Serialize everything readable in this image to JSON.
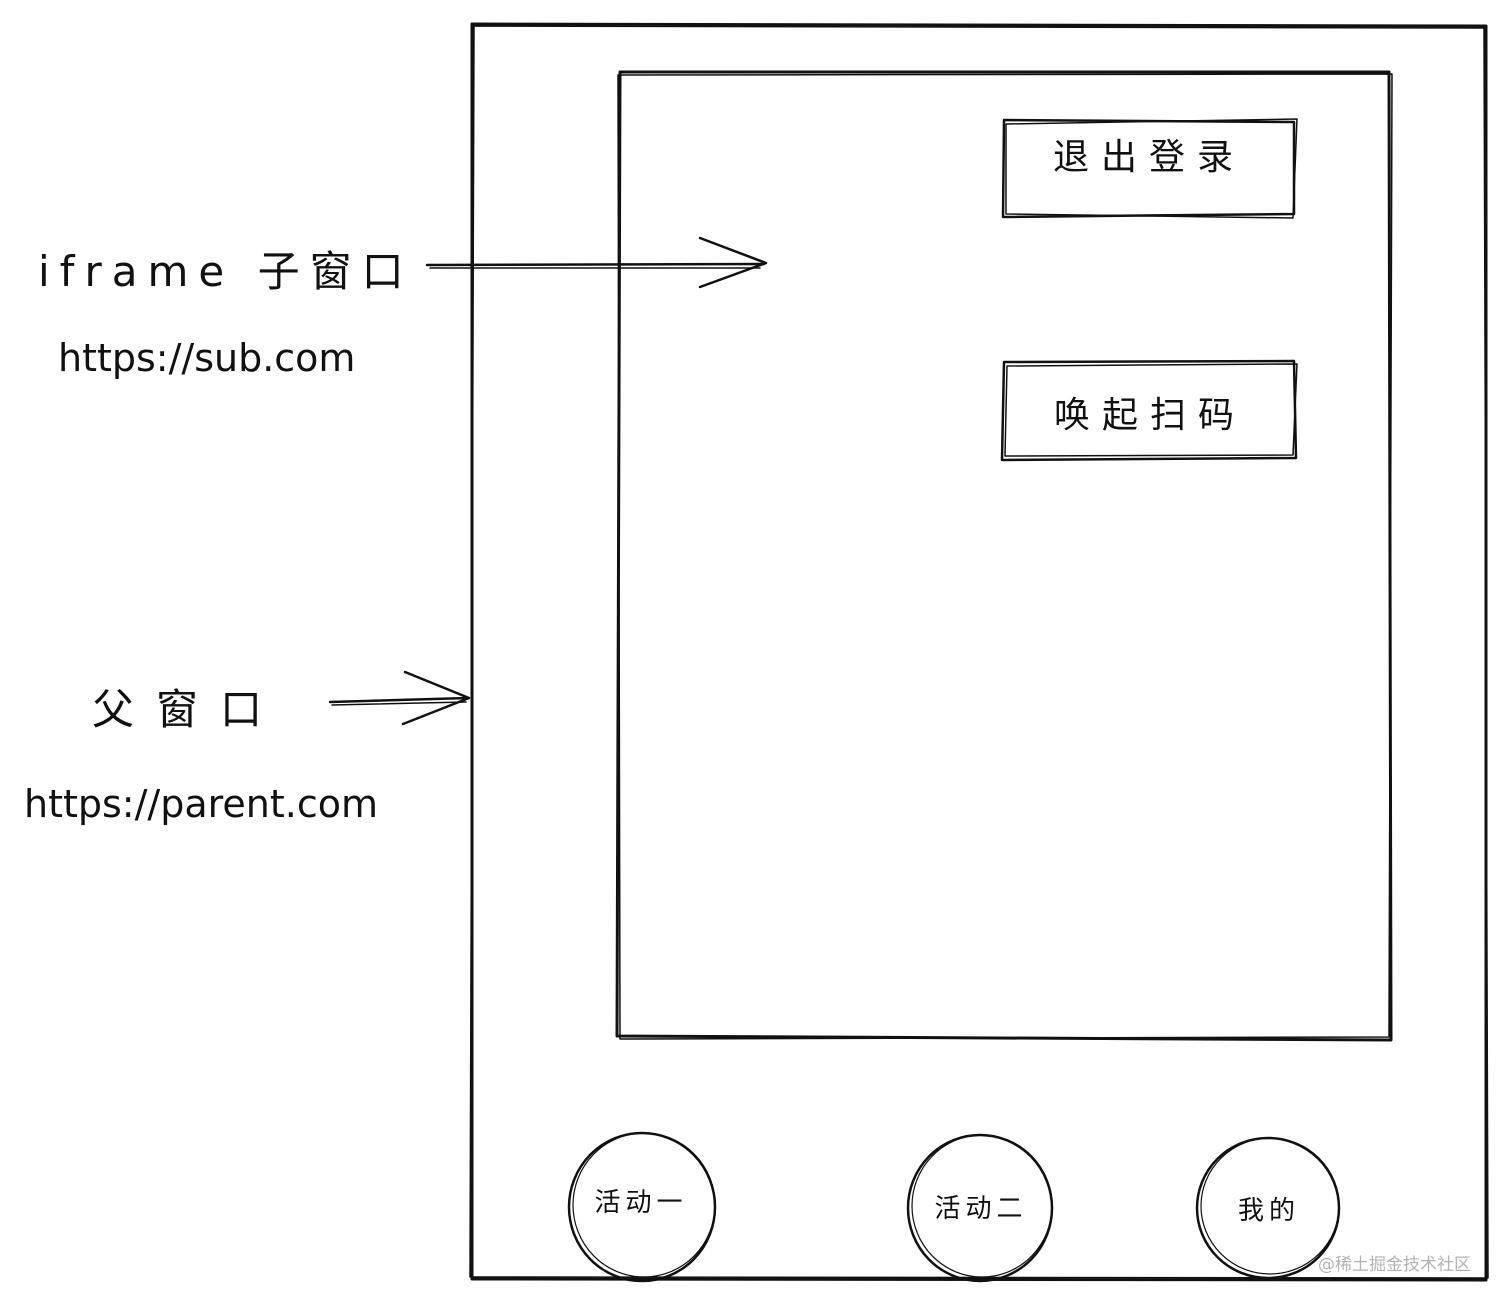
{
  "labels": {
    "iframe_title": "iframe 子窗口",
    "iframe_url": "https://sub.com",
    "parent_title": "父窗口",
    "parent_url": "https://parent.com"
  },
  "iframe_buttons": {
    "logout": "退出登录",
    "scan": "唤起扫码"
  },
  "nav": {
    "items": [
      {
        "label": "活动一"
      },
      {
        "label": "活动二"
      },
      {
        "label": "我的"
      }
    ]
  },
  "watermark": "@稀土掘金技术社区"
}
